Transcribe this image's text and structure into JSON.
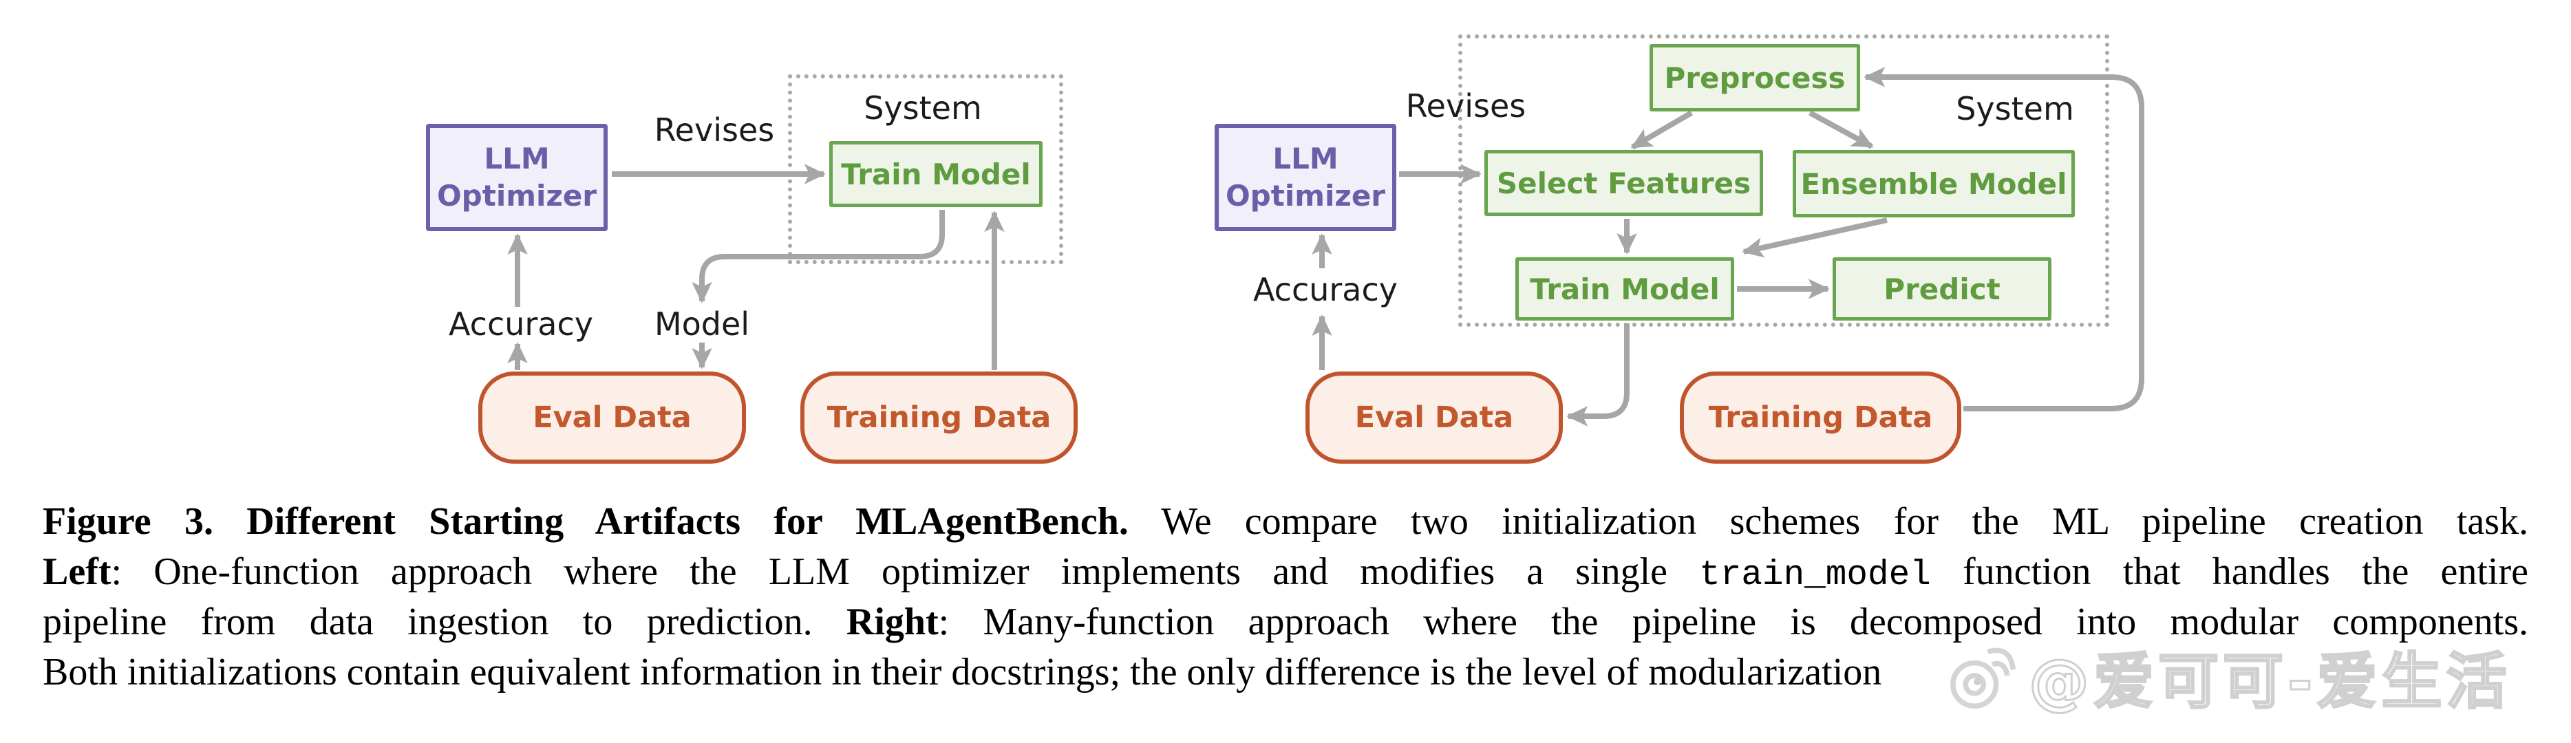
{
  "figure": {
    "kind": "paper-figure",
    "background": "#ffffff"
  },
  "colors": {
    "llm_box_border": "#6b61ab",
    "llm_box_fill": "#f1f0fa",
    "llm_box_text": "#6a5ea8",
    "pipeline_box_border": "#6aa550",
    "pipeline_box_fill": "#eef4e8",
    "pipeline_box_text": "#5f9c3f",
    "data_box_border": "#c0552d",
    "data_box_fill": "#fcefe8",
    "data_box_text": "#c2582c",
    "arrow": "#a6a6a6",
    "system_box_border": "#a8a8a8",
    "label_text": "#1b1b1b",
    "caption_text": "#000000",
    "watermark": "#c6c6c6"
  },
  "left_diagram": {
    "llm_optimizer_label": "LLM Optimizer",
    "revises_label": "Revises",
    "system_label": "System",
    "train_model_label": "Train Model",
    "accuracy_label": "Accuracy",
    "model_label": "Model",
    "eval_data_label": "Eval Data",
    "training_data_label": "Training Data"
  },
  "right_diagram": {
    "llm_optimizer_label": "LLM Optimizer",
    "revises_label": "Revises",
    "system_label": "System",
    "preprocess_label": "Preprocess",
    "select_features_label": "Select Features",
    "ensemble_model_label": "Ensemble Model",
    "train_model_label": "Train Model",
    "predict_label": "Predict",
    "accuracy_label": "Accuracy",
    "eval_data_label": "Eval Data",
    "training_data_label": "Training Data"
  },
  "caption": {
    "line1": {
      "bold": "Figure 3. Different Starting Artifacts for MLAgentBench.",
      "rest": " We compare two initialization schemes for the ML pipeline creation task."
    },
    "line2": {
      "bold": "Left",
      "mid": ": One-function approach where the LLM optimizer implements and modifies a single ",
      "code": "train_model",
      "rest": " function that handles the entire"
    },
    "line3": {
      "start": "pipeline from data ingestion to prediction. ",
      "bold": "Right",
      "rest": ": Many-function approach where the pipeline is decomposed into modular components."
    },
    "line4": {
      "text": "Both initializations contain equivalent information in their docstrings; the only difference is the level of modularization"
    }
  },
  "watermark": {
    "logo_icon": "weibo-eye-icon",
    "text": "@爱可可-爱生活"
  }
}
